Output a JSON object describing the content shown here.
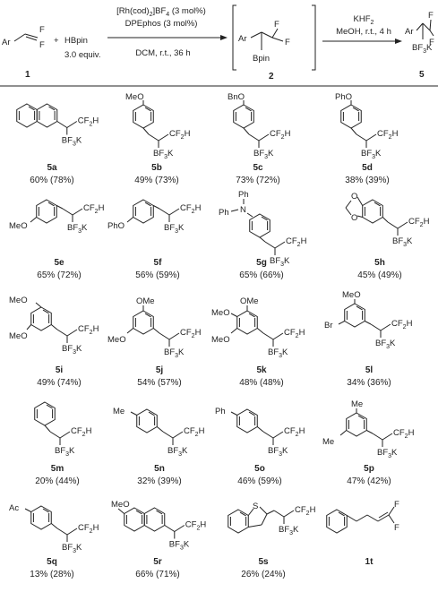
{
  "reaction": {
    "reagent": "HBpin",
    "reagent_equiv": "3.0 equiv.",
    "plus": "+",
    "cond1_cat": "[Rh(cod)",
    "cond1_cat_sub": "2",
    "cond1_cat_end": "]BF",
    "cond1_cat_sub2": "4",
    "cond1_cat_tail": " (3 mol%)",
    "cond1_lig": "DPEphos (3 mol%)",
    "cond1_solv": "DCM, r.t., 36 h",
    "cond2_reag": "KHF",
    "cond2_reag_sub": "2",
    "cond2_solv": "MeOH, r.t., 4 h",
    "start_label": "1",
    "inter_label": "2",
    "prod_label": "5",
    "atom_Ar": "Ar",
    "atom_F": "F",
    "atom_Bpin": "Bpin",
    "atom_BF3K_a": "BF",
    "atom_BF3K_b": "3",
    "atom_BF3K_c": "K",
    "atom_CF2H_a": "CF",
    "atom_CF2H_b": "2",
    "atom_CF2H_c": "H"
  },
  "substituents": {
    "MeO": "MeO",
    "OMe": "OMe",
    "BnO": "BnO",
    "PhO": "PhO",
    "Ph": "Ph",
    "N": "N",
    "Br": "Br",
    "Me": "Me",
    "Ac": "Ac",
    "S": "S",
    "O": "O",
    "F": "F"
  },
  "compounds": [
    {
      "label": "5a",
      "yield": "60% (78%)"
    },
    {
      "label": "5b",
      "yield": "49% (73%)"
    },
    {
      "label": "5c",
      "yield": "73% (72%)"
    },
    {
      "label": "5d",
      "yield": "38% (39%)"
    },
    {
      "label": "5e",
      "yield": "65% (72%)"
    },
    {
      "label": "5f",
      "yield": "56% (59%)"
    },
    {
      "label": "5g",
      "yield": "65% (66%)"
    },
    {
      "label": "5h",
      "yield": "45% (49%)"
    },
    {
      "label": "5i",
      "yield": "49% (74%)"
    },
    {
      "label": "5j",
      "yield": "54% (57%)"
    },
    {
      "label": "5k",
      "yield": "48% (48%)"
    },
    {
      "label": "5l",
      "yield": "34% (36%)"
    },
    {
      "label": "5m",
      "yield": "20% (44%)"
    },
    {
      "label": "5n",
      "yield": "32% (39%)"
    },
    {
      "label": "5o",
      "yield": "46% (59%)"
    },
    {
      "label": "5p",
      "yield": "47% (42%)"
    },
    {
      "label": "5q",
      "yield": "13% (28%)"
    },
    {
      "label": "5r",
      "yield": "66% (71%)"
    },
    {
      "label": "5s",
      "yield": "26% (24%)"
    },
    {
      "label": "1t",
      "yield": ""
    }
  ]
}
